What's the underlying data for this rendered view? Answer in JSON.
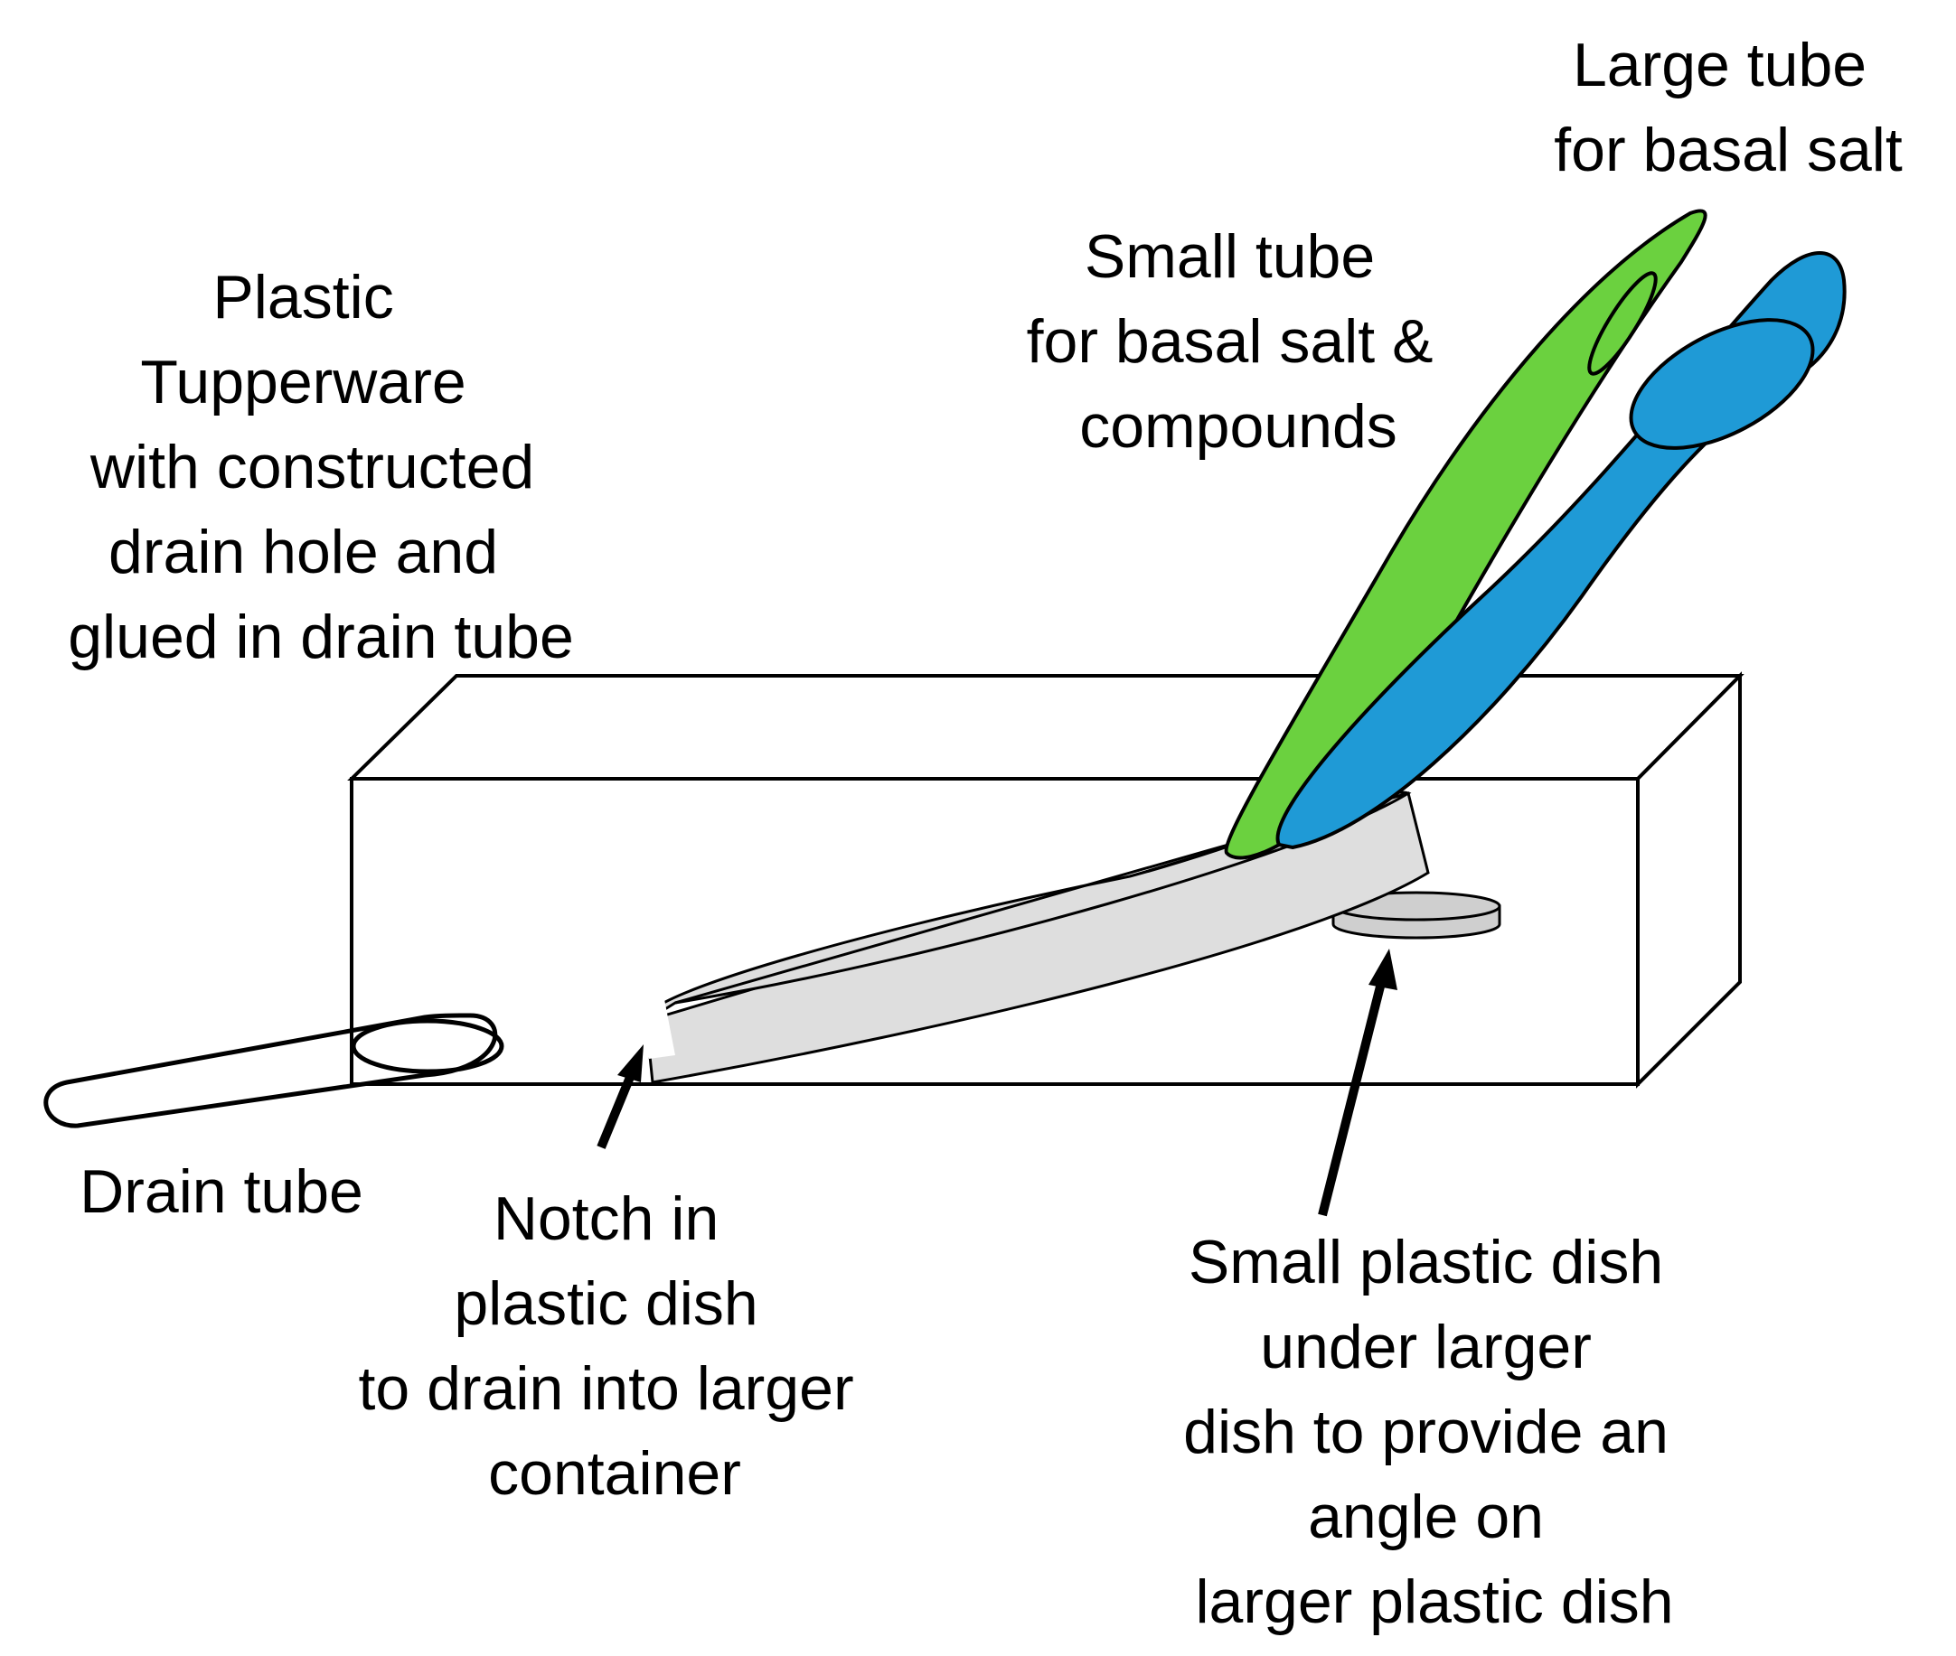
{
  "labels": {
    "tupperware": [
      "Plastic",
      "Tupperware",
      "with constructed",
      "drain hole and",
      "glued in drain tube"
    ],
    "small_tube": [
      "Small tube",
      "for basal salt &",
      "compounds"
    ],
    "large_tube": [
      "Large tube",
      "for basal salt"
    ],
    "drain_tube": [
      "Drain tube"
    ],
    "notch": [
      "Notch in",
      "plastic dish",
      "to drain into larger",
      "container"
    ],
    "small_dish": [
      "Small plastic dish",
      "under larger",
      "dish to provide an",
      "angle on",
      "larger plastic dish"
    ]
  },
  "colors": {
    "small_tube": "#6bd13f",
    "large_tube": "#1f9ad6",
    "dish_fill": "#dedede",
    "small_dish_fill": "#cfcfcf",
    "outline": "#000000"
  }
}
